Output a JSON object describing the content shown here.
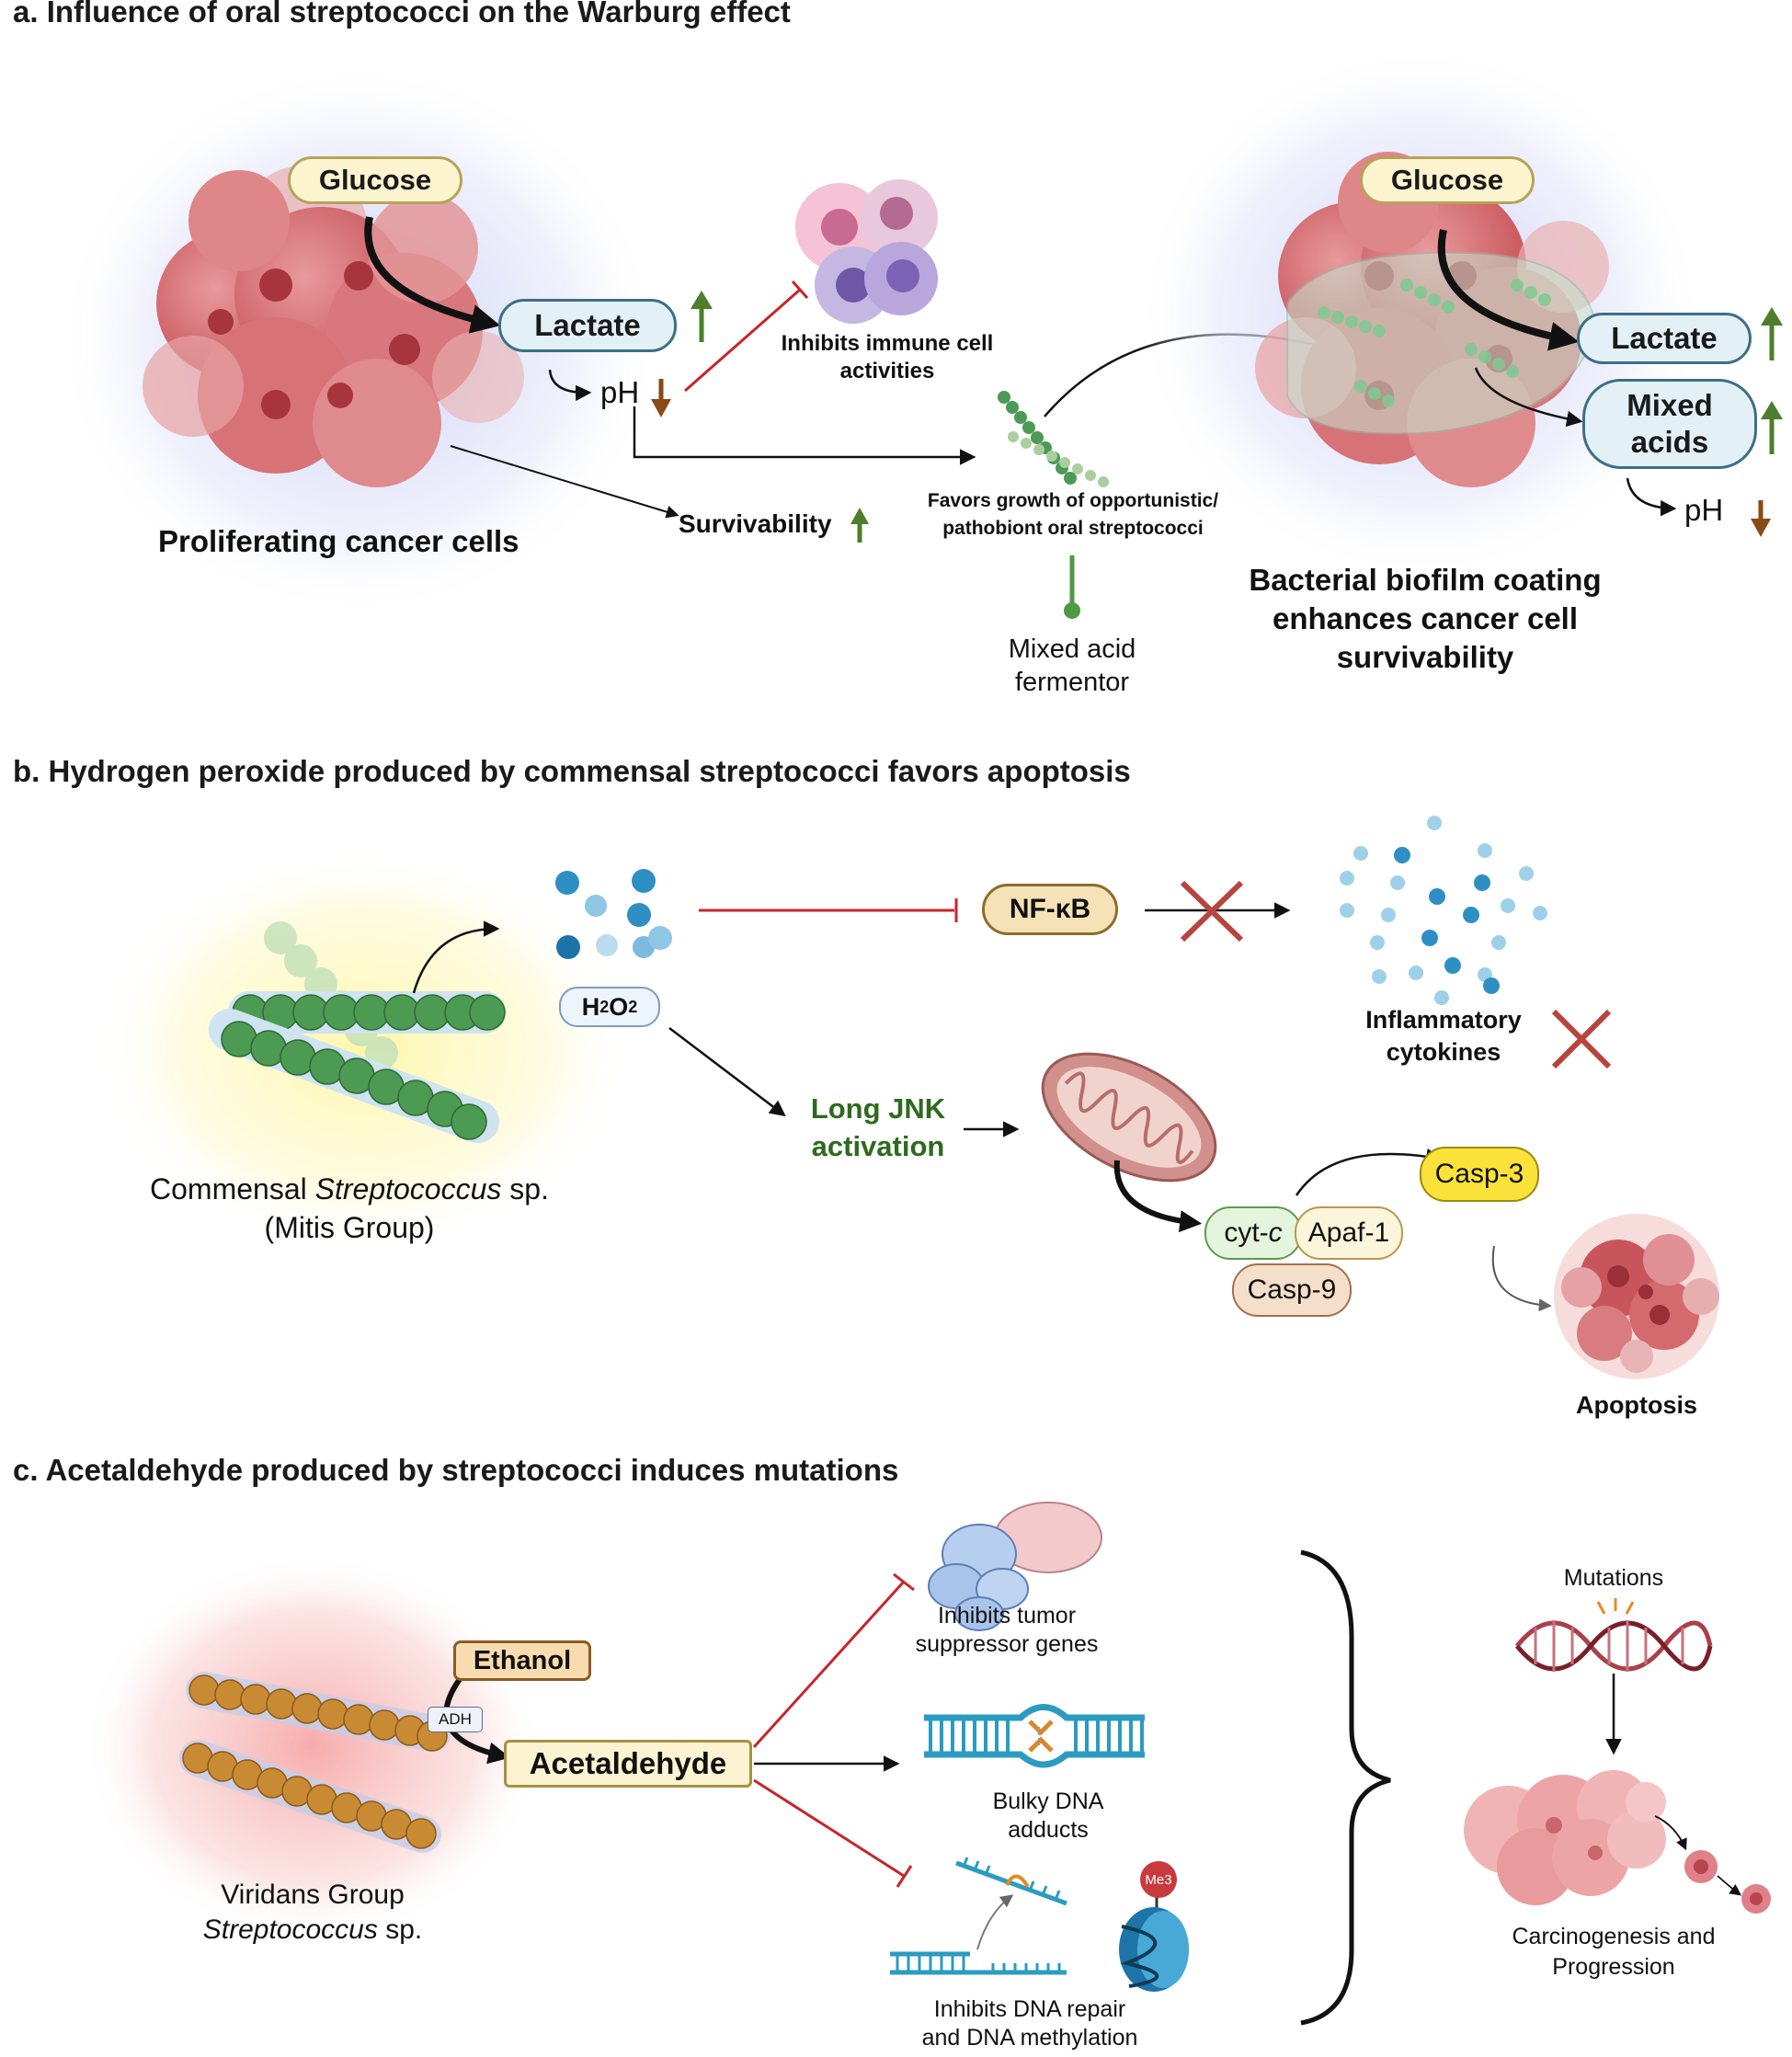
{
  "panels": {
    "a": {
      "title": "a. Influence of oral streptococci on the Warburg effect",
      "glucose": "Glucose",
      "lactate": "Lactate",
      "ph": "pH",
      "inhibits_immune": [
        "Inhibits immune cell",
        "activities"
      ],
      "survivability": "Survivability",
      "proliferating": "Proliferating cancer cells",
      "favors_growth": [
        "Favors growth of opportunistic/",
        "pathobiont oral streptococci"
      ],
      "mixed_acid_fermentor": [
        "Mixed acid",
        "fermentor"
      ],
      "glucose_right": "Glucose",
      "lactate_right": "Lactate",
      "mixed_acids": [
        "Mixed",
        "acids"
      ],
      "ph_right": "pH",
      "biofilm": [
        "Bacterial biofilm coating",
        "enhances cancer cell",
        "survivability"
      ]
    },
    "b": {
      "title": "b. Hydrogen peroxide produced by commensal streptococci favors apoptosis",
      "h2o2": "H",
      "h2o2_sub1": "2",
      "h2o2_o": "O",
      "h2o2_sub2": "2",
      "nfkb": "NF-κB",
      "inflammatory": [
        "Inflammatory",
        "cytokines"
      ],
      "long_jnk": [
        "Long JNK",
        "activation"
      ],
      "commensal_pre": "Commensal ",
      "commensal_italic": "Streptococcus",
      "commensal_post": " sp.",
      "mitis": "(Mitis Group)",
      "cytc_pre": "cyt-",
      "cytc_italic": "c",
      "apaf": "Apaf-1",
      "casp9": "Casp-9",
      "casp3": "Casp-3",
      "apoptosis": "Apoptosis"
    },
    "c": {
      "title": "c. Acetaldehyde produced by streptococci induces mutations",
      "ethanol": "Ethanol",
      "adh": "ADH",
      "acetaldehyde": "Acetaldehyde",
      "inhibits_tumor": [
        "Inhibits tumor",
        "suppressor genes"
      ],
      "bulky": [
        "Bulky DNA",
        "adducts"
      ],
      "inhibits_repair": [
        "Inhibits DNA repair",
        "and DNA methylation"
      ],
      "me3": "Me3",
      "viridans": "Viridans Group",
      "strep_italic": "Streptococcus",
      "strep_post": " sp.",
      "mutations": "Mutations",
      "carcinogenesis": [
        "Carcinogenesis and",
        "Progression"
      ]
    }
  },
  "colors": {
    "up_arrow": "#4e7d2b",
    "down_arrow": "#8a4a14",
    "inhibit_line": "#c8242b",
    "cross": "#b8443e",
    "jnk_text": "#2f6a1e",
    "cancer_cell": "#d46a6e",
    "strep_green": "#4c9a55",
    "strep_orange": "#c98a34"
  }
}
